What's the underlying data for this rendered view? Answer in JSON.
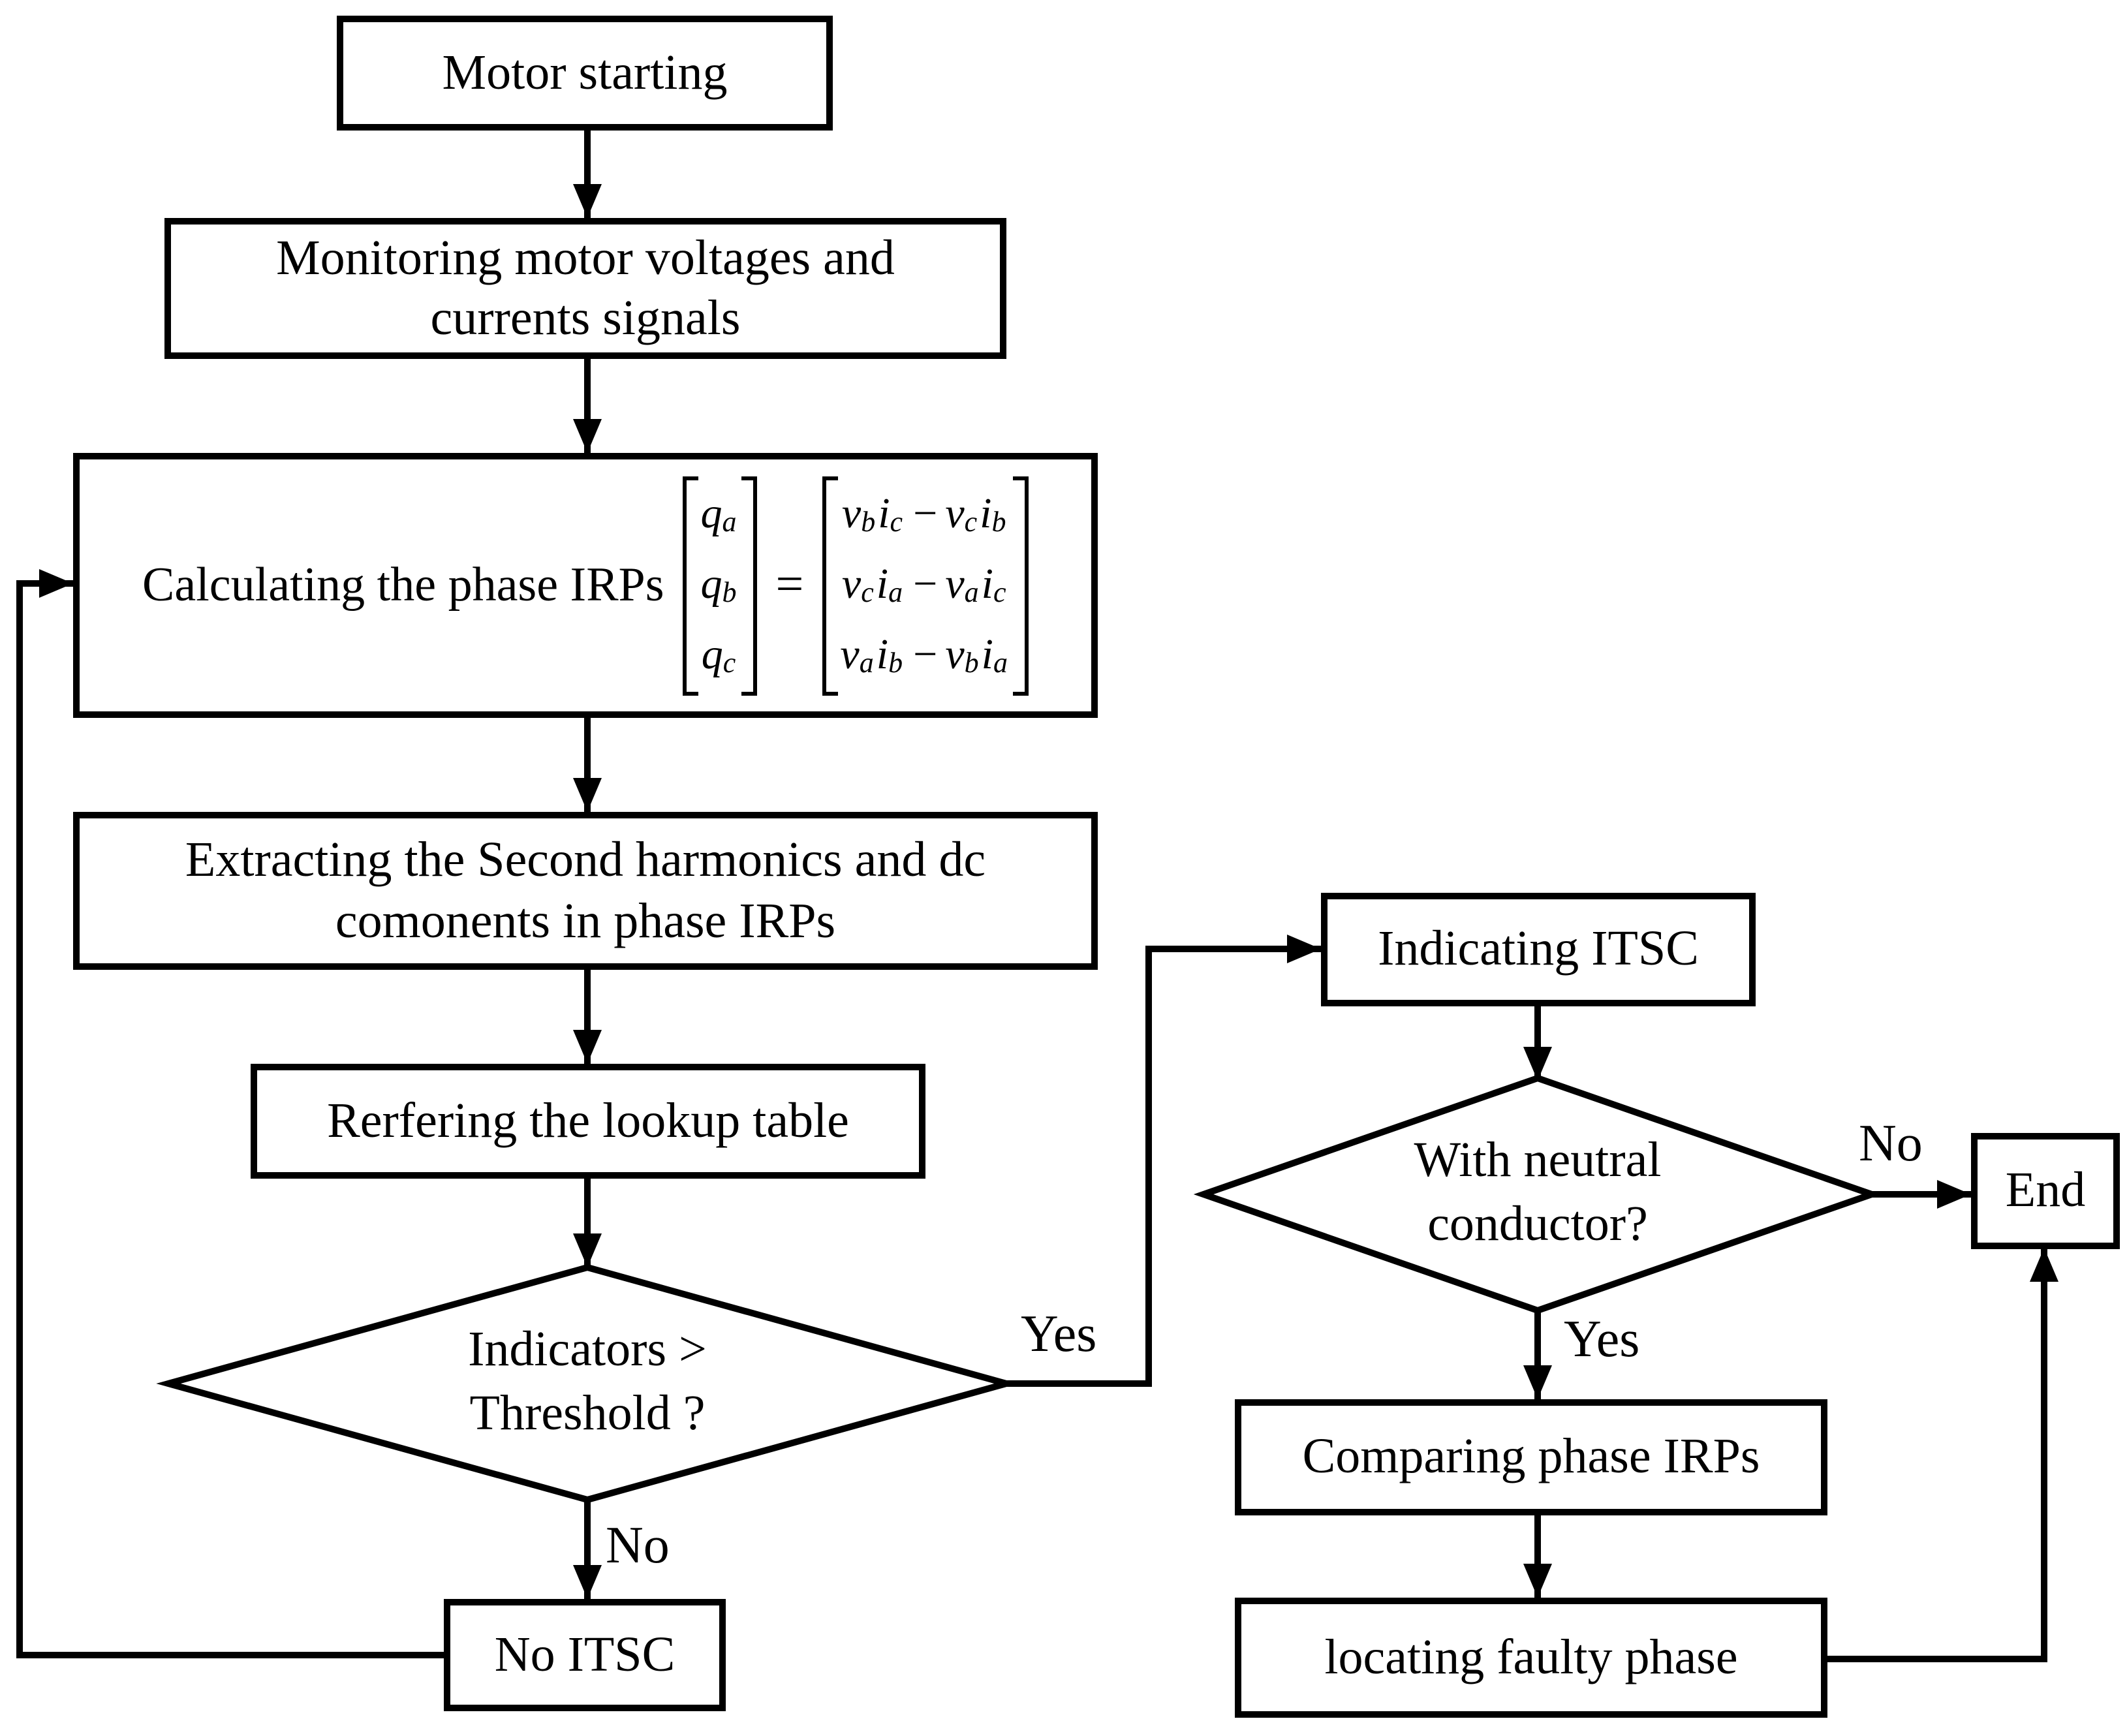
{
  "colors": {
    "stroke": "#000000",
    "background": "#ffffff"
  },
  "diagram": {
    "nodes": {
      "motor_starting": {
        "label": "Motor starting"
      },
      "monitoring": {
        "lines": [
          "Monitoring motor voltages and",
          "currents signals"
        ]
      },
      "calculating": {
        "label": "Calculating the phase IRPs"
      },
      "extracting": {
        "lines": [
          "Extracting the Second harmonics and dc",
          "comonents in phase IRPs"
        ]
      },
      "referring": {
        "label": "Rerfering the lookup table"
      },
      "indicators_decision": {
        "lines": [
          "Indicators >",
          "Threshold ?"
        ]
      },
      "no_itsc": {
        "label": "No ITSC"
      },
      "indicating_itsc": {
        "label": "Indicating ITSC"
      },
      "neutral_decision": {
        "lines": [
          "With neutral",
          "conductor?"
        ]
      },
      "comparing": {
        "label": "Comparing phase IRPs"
      },
      "locating": {
        "label": "locating faulty phase"
      },
      "end": {
        "label": "End"
      }
    },
    "edge_labels": {
      "yes1": "Yes",
      "no1": "No",
      "yes2": "Yes",
      "no2": "No"
    },
    "equation": {
      "equals": "=",
      "lhs": [
        [
          {
            "main": "q",
            "sub": "a"
          }
        ],
        [
          {
            "main": "q",
            "sub": "b"
          }
        ],
        [
          {
            "main": "q",
            "sub": "c"
          }
        ]
      ],
      "rhs": [
        [
          {
            "main": "v",
            "sub": "b"
          },
          {
            "main": "i",
            "sub": "c"
          },
          {
            "op": "−"
          },
          {
            "main": "v",
            "sub": "c"
          },
          {
            "main": "i",
            "sub": "b"
          }
        ],
        [
          {
            "main": "v",
            "sub": "c"
          },
          {
            "main": "i",
            "sub": "a"
          },
          {
            "op": "−"
          },
          {
            "main": "v",
            "sub": "a"
          },
          {
            "main": "i",
            "sub": "c"
          }
        ],
        [
          {
            "main": "v",
            "sub": "a"
          },
          {
            "main": "i",
            "sub": "b"
          },
          {
            "op": "−"
          },
          {
            "main": "v",
            "sub": "b"
          },
          {
            "main": "i",
            "sub": "a"
          }
        ]
      ]
    }
  }
}
